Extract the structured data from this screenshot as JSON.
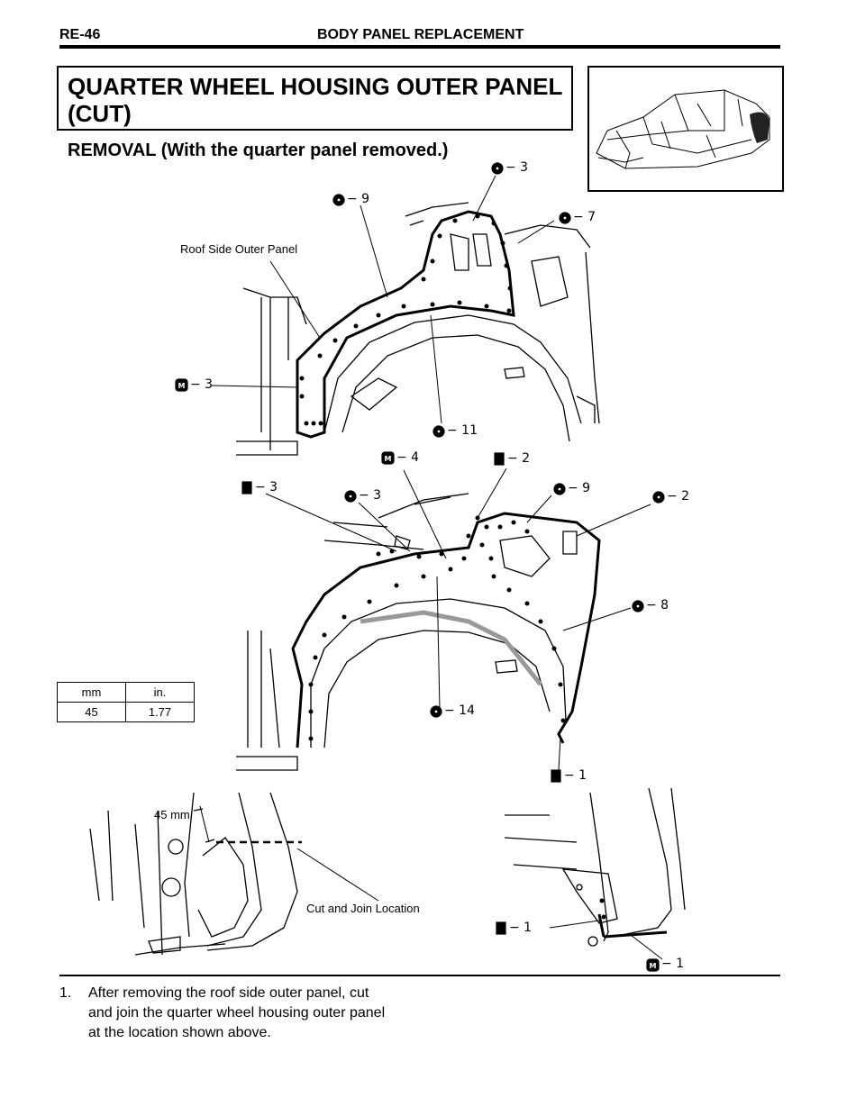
{
  "header": {
    "page_code": "RE-46",
    "section_title": "BODY PANEL REPLACEMENT"
  },
  "title": {
    "line1": "QUARTER WHEEL HOUSING OUTER PANEL",
    "line2": "(CUT)"
  },
  "subtitle": "REMOVAL (With the quarter panel removed.)",
  "diagram1": {
    "label_roof": "Roof Side Outer Panel",
    "marks": {
      "m1": "− 3",
      "m2": "− 9",
      "m3": "− 7",
      "m4": "− 3",
      "m5": "− 11"
    }
  },
  "diagram2": {
    "marks": {
      "m1": "− 4",
      "m2": "− 2",
      "m3": "− 3",
      "m4": "− 3",
      "m5": "− 9",
      "m6": "− 2",
      "m7": "− 8",
      "m8": "− 14",
      "m9": "− 1"
    }
  },
  "diagram3": {
    "dim_label": "45 mm",
    "cut_label": "Cut and Join Location",
    "marks": {
      "m1": "− 1",
      "m2": "− 1"
    }
  },
  "spec_table": {
    "headers": [
      "mm",
      "in."
    ],
    "values": [
      "45",
      "1.77"
    ]
  },
  "instruction": {
    "number": "1.",
    "line1": "After removing the roof side outer panel, cut",
    "line2": "and join the quarter wheel housing outer panel",
    "line3": "at the location shown above."
  }
}
